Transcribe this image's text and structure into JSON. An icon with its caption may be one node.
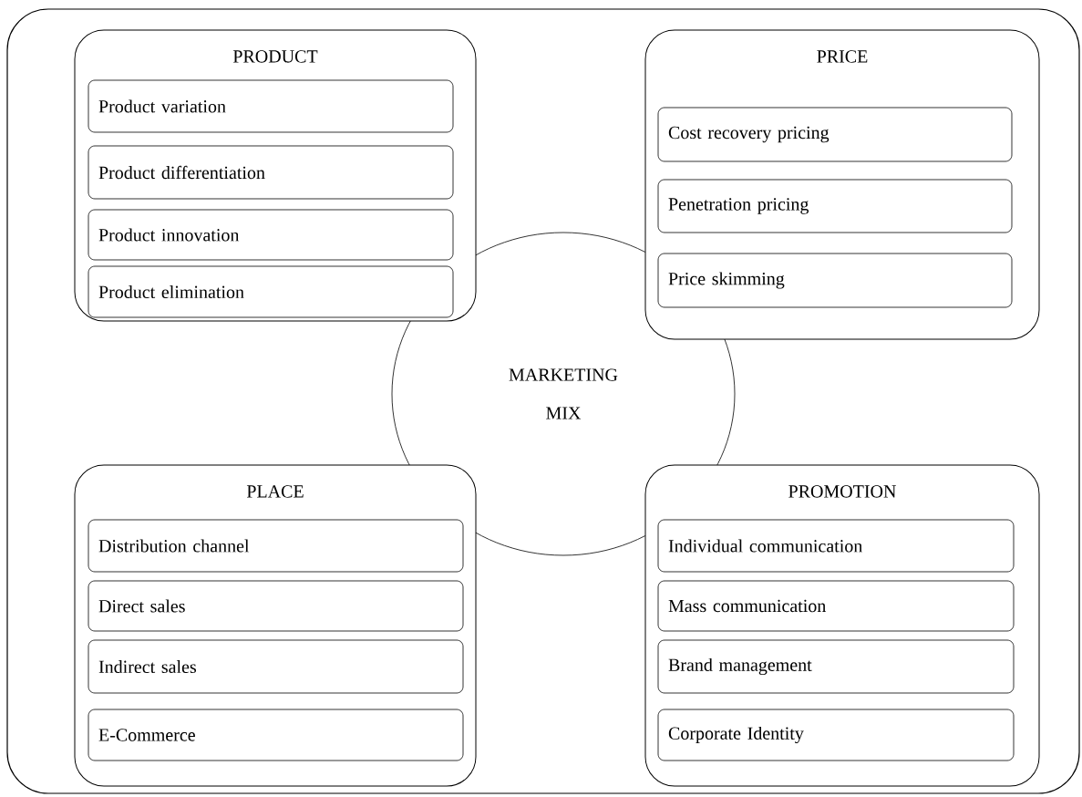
{
  "diagram": {
    "nodes": [
      {
        "text": [
          "PRODUCT"
        ]
      },
      {
        "text": [
          "Product variation"
        ],
        "in": 0
      },
      {
        "text": [
          "Product differentiation"
        ],
        "in": 0
      },
      {
        "text": [
          "Product innovation"
        ],
        "in": 0
      },
      {
        "text": [
          "Product elimination"
        ],
        "in": 0
      },
      {
        "text": [
          "PRICE"
        ]
      },
      {
        "text": [
          "Cost recovery pricing"
        ],
        "in": 5
      },
      {
        "text": [
          "Penetration pricing"
        ],
        "in": 5
      },
      {
        "text": [
          "Price skimming"
        ],
        "in": 5
      },
      {
        "text": [
          "MARKETING MIX"
        ]
      },
      {
        "text": [
          "PLACE"
        ]
      },
      {
        "text": [
          "Distribution channel"
        ],
        "in": 10
      },
      {
        "text": [
          "Direct sales"
        ],
        "in": 10
      },
      {
        "text": [
          "Indirect sales"
        ],
        "in": 10
      },
      {
        "text": [
          "E-Commerce"
        ],
        "in": 10
      },
      {
        "text": [
          "PROMOTION"
        ]
      },
      {
        "text": [
          "Individual communication"
        ],
        "in": 15
      },
      {
        "text": [
          "Mass communication"
        ],
        "in": 15
      },
      {
        "text": [
          "Brand management"
        ],
        "in": 15
      },
      {
        "text": [
          "Corporate Identity"
        ],
        "in": 15
      }
    ]
  }
}
